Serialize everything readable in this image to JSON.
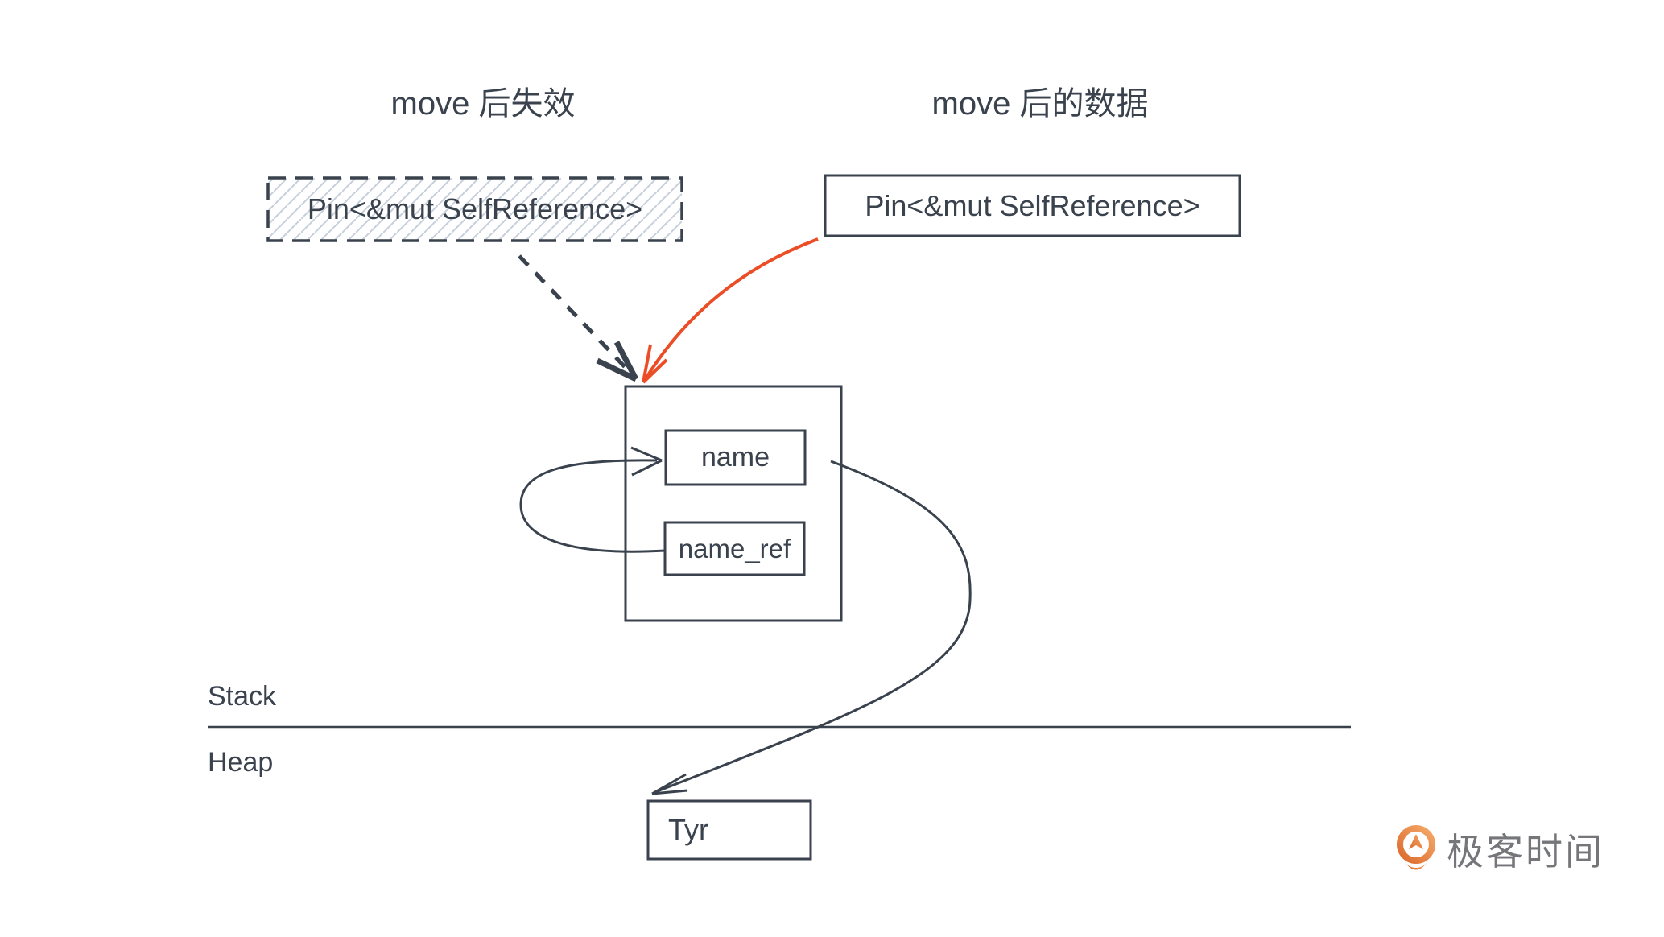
{
  "diagram": {
    "title_left": "move 后失效",
    "title_right": "move 后的数据",
    "pin_invalid": "Pin<&mut SelfReference>",
    "pin_moved": "Pin<&mut SelfReference>",
    "struct_fields": {
      "name": "name",
      "name_ref": "name_ref"
    },
    "heap_value": "Tyr",
    "stack_label": "Stack",
    "heap_label": "Heap"
  },
  "logo": {
    "text": "极客时间",
    "icon": "geektime-pin-icon"
  },
  "colors": {
    "stroke": "#39424D",
    "accent_red": "#EB4E27",
    "hatch": "#C6CFDB",
    "logo_orange_light": "#F4A968",
    "logo_orange_dark": "#DC6A2E",
    "logo_text_gray": "#75767A"
  }
}
